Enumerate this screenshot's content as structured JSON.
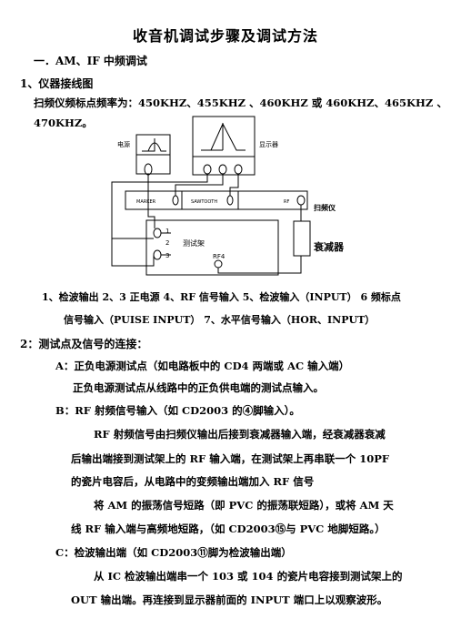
{
  "title": "收音机调试步骤及调试方法",
  "section1": "一．AM、IF 中频调试",
  "sub1": "1、仪器接线图",
  "marker_line1": "扫频仪频标点频率为：450KHZ、455KHZ 、460KHZ 或 460KHZ、465KHZ 、",
  "marker_line2": "470KHZ。",
  "diagram": {
    "power_label": "电源",
    "display_label": "显示器",
    "sweeper_label": "扫频仪",
    "attenuator_label": "衰减器",
    "fixture_label": "测试架",
    "rf4_label": "RF4",
    "marker_label": "MARKER",
    "sawtooth_label": "SAWTOOTH",
    "rf_label": "RF",
    "pin1": "1",
    "pin2": "2",
    "pin3": "3"
  },
  "legend_line1": "1、检波输出  2、3 正电源 4、RF 信号输入 5、检波输入（INPUT）  6 频标点",
  "legend_line2": "信号输入（PUISE INPUT）  7、水平信号输入（HOR、INPUT）",
  "sub2": "2：测试点及信号的连接：",
  "itemA_title": "A：正负电源测试点（如电路板中的 CD4 两端或 AC 输入端）",
  "itemA_text": "正负电源测试点从线路中的正负供电端的测试点输入。",
  "itemB_title": "B：RF 射频信号输入（如 CD2003 的④脚输入）。",
  "itemB_p1_l1": "RF 射频信号由扫频仪输出后接到衰减器输入端，经衰减器衰减",
  "itemB_p1_l2": "后输出端接到测试架上的 RF 输入端，在测试架上再串联一个 10PF",
  "itemB_p1_l3": "的瓷片电容后，从电路中的变频输出端加入 RF 信号",
  "itemB_p2_l1": "将 AM 的振荡信号短路（即 PVC 的振荡联短路），或将 AM 天",
  "itemB_p2_l2": "线 RF 输入端与高频地短路，（如 CD2003⑮与 PVC 地脚短路。）",
  "itemC_title": "C：检波输出端（如 CD2003⑪脚为检波输出端）",
  "itemC_l1": "从 IC 检波输出端串一个 103 或 104 的瓷片电容接到测试架上的",
  "itemC_l2": "OUT 输出端。再连接到显示器前面的 INPUT 端口上以观察波形。"
}
